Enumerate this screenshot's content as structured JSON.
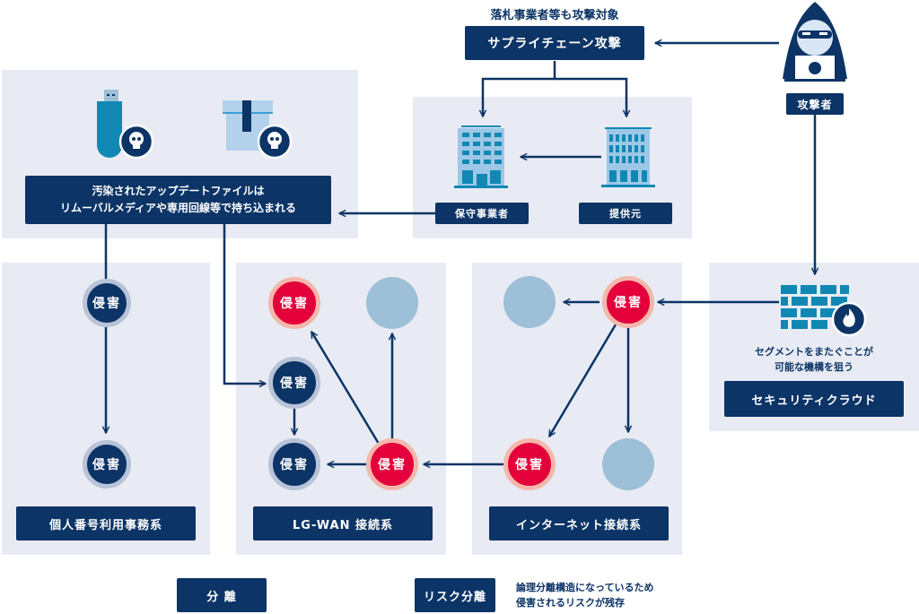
{
  "top": {
    "caption": "落札事業者等も攻撃対象",
    "supply_chain_box": "サプライチェーン攻撃",
    "attacker_label": "攻撃者"
  },
  "media_panel": {
    "usb_icon": "usb-drive-with-skull",
    "package_icon": "package-with-skull",
    "description_line1": "汚染されたアップデートファイルは",
    "description_line2": "リムーバルメディアや専用回線等で持ち込まれる"
  },
  "vendors_panel": {
    "maintenance_label": "保守事業者",
    "provider_label": "提供元"
  },
  "cloud_panel": {
    "icon": "firewall-with-fire",
    "description_line1": "セグメントをまたぐことが",
    "description_line2": "可能な機構を狙う",
    "box_label": "セキュリティクラウド"
  },
  "segments": [
    {
      "label": "個人番号利用事務系",
      "nodes": [
        "侵害",
        "侵害"
      ]
    },
    {
      "label": "LG-WAN 接続系",
      "nodes": [
        "侵害",
        "",
        "侵害",
        "侵害",
        "侵害"
      ]
    },
    {
      "label": "インターネット接続系",
      "nodes": [
        "",
        "侵害",
        "侵害",
        ""
      ]
    }
  ],
  "legend": {
    "separation_label": "分 離",
    "risk_separation_label": "リスク分離",
    "risk_note_line1": "論理分離構造になっているため",
    "risk_note_line2": "侵害されるリスクが残存"
  },
  "colors": {
    "navy": "#0c3466",
    "panel": "#e8ebf3",
    "red": "#e4003a",
    "red_ring": "#f4b7ab",
    "navy_ring": "#b9c3d8",
    "empty_node": "#9dbfd8"
  }
}
